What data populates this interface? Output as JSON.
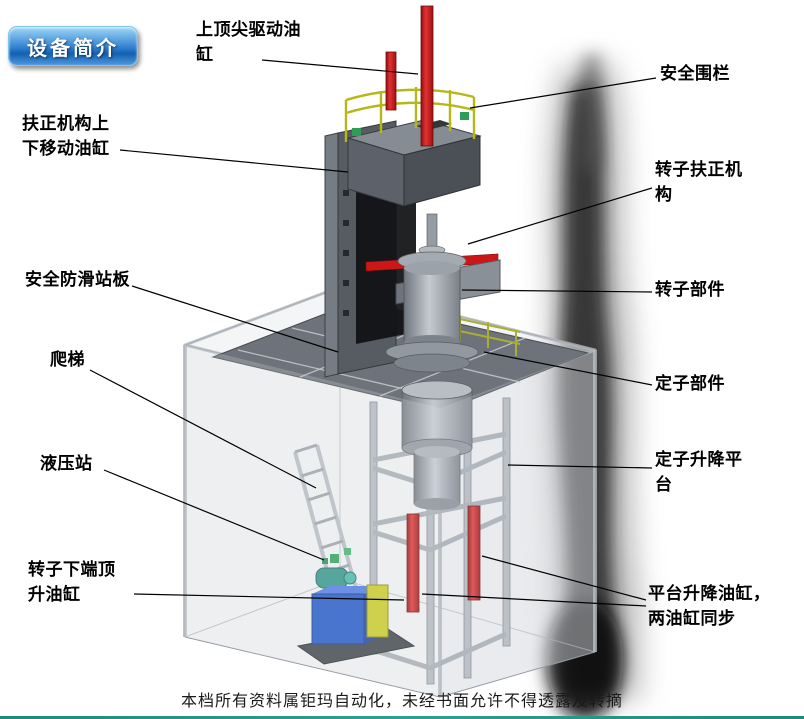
{
  "title_badge": {
    "label": "设备简介"
  },
  "callouts": {
    "top_drive_cylinder": "上顶尖驱动油缸",
    "safety_fence": "安全围栏",
    "centering_lift_cylinder": "扶正机构上下移动油缸",
    "rotor_centering_mechanism": "转子扶正机构",
    "antislip_platform": "安全防滑站板",
    "rotor_component": "转子部件",
    "ladder": "爬梯",
    "stator_component": "定子部件",
    "hydraulic_station": "液压站",
    "stator_lift_platform": "定子升降平台",
    "rotor_bottom_jack_cylinder": "转子下端顶升油缸",
    "platform_lift_cylinders": "平台升降油缸，两油缸同步"
  },
  "footer": {
    "confidentiality_notice": "本档所有资料属钜玛自动化，未经书面允许不得透露及转摘"
  },
  "colors": {
    "badge-blue": "#2f7fd0",
    "badge-blue-light": "#9fd8f7",
    "cylinder-red": "#c41414",
    "railing-yellow": "#b5b818",
    "tank-blue": "#1f55c8",
    "bottom-bar-teal": "#2f9f92"
  }
}
